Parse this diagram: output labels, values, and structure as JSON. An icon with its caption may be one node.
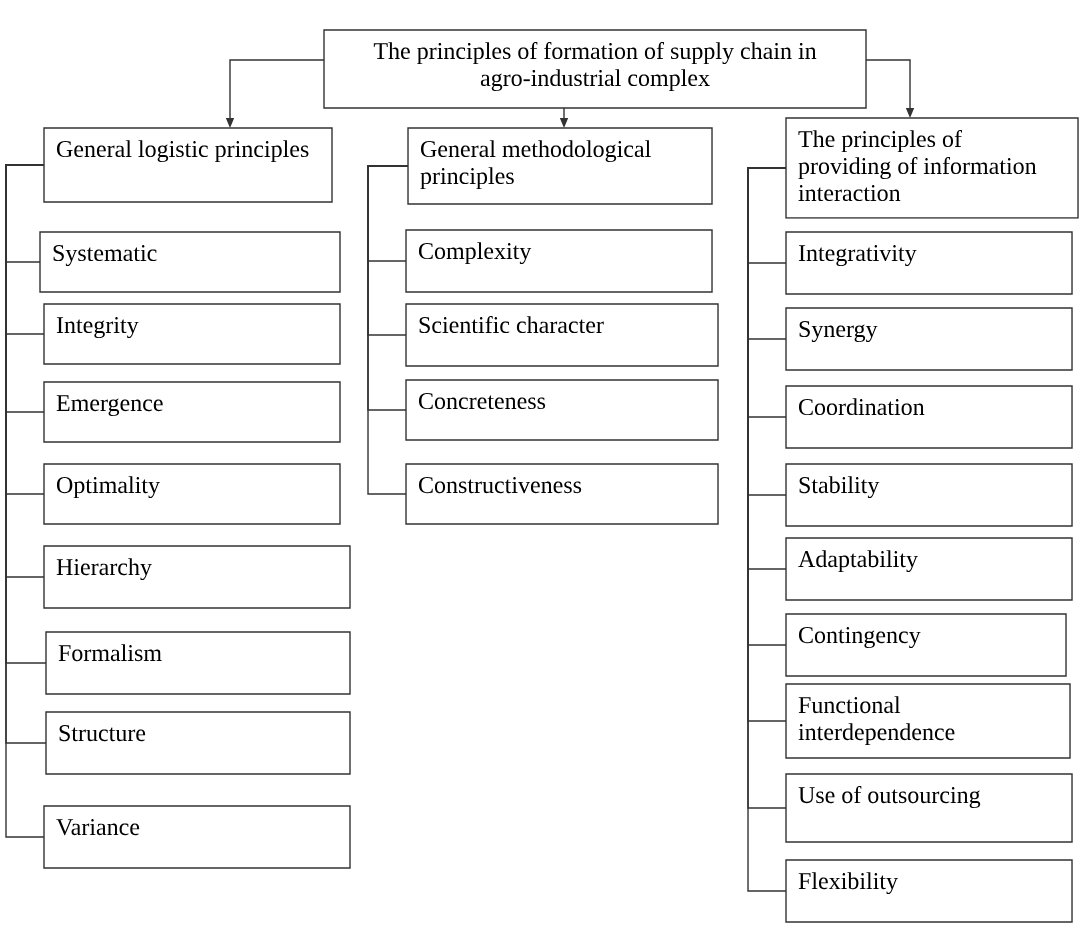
{
  "diagram": {
    "nodes": [
      {
        "text": [
          "The principles of formation of supply chain in agro-industrial complex"
        ]
      },
      {
        "text": [
          "General logistic principles"
        ]
      },
      {
        "text": [
          "General methodological principles"
        ]
      },
      {
        "text": [
          "The principles of providing of information interaction"
        ]
      },
      {
        "text": [
          "Systematic"
        ]
      },
      {
        "text": [
          "Integrity"
        ]
      },
      {
        "text": [
          "Emergence"
        ]
      },
      {
        "text": [
          "Optimality"
        ]
      },
      {
        "text": [
          "Hierarchy"
        ]
      },
      {
        "text": [
          "Formalism"
        ]
      },
      {
        "text": [
          "Structure"
        ]
      },
      {
        "text": [
          "Variance"
        ]
      },
      {
        "text": [
          "Complexity"
        ]
      },
      {
        "text": [
          "Scientific character"
        ]
      },
      {
        "text": [
          "Concreteness"
        ]
      },
      {
        "text": [
          "Constructiveness"
        ]
      },
      {
        "text": [
          "Integrativity"
        ]
      },
      {
        "text": [
          "Synergy"
        ]
      },
      {
        "text": [
          "Coordination"
        ]
      },
      {
        "text": [
          "Stability"
        ]
      },
      {
        "text": [
          "Adaptability"
        ]
      },
      {
        "text": [
          "Contingency"
        ]
      },
      {
        "text": [
          "Functional interdependence"
        ]
      },
      {
        "text": [
          "Use of outsourcing"
        ]
      },
      {
        "text": [
          "Flexibility"
        ]
      }
    ],
    "edges": [
      {
        "from": 0,
        "to": 1,
        "arrow": "to"
      },
      {
        "from": 0,
        "to": 2,
        "arrow": "to"
      },
      {
        "from": 0,
        "to": 3,
        "arrow": "to"
      },
      {
        "from": 1,
        "to": 4,
        "arrow": "none"
      },
      {
        "from": 1,
        "to": 5,
        "arrow": "none"
      },
      {
        "from": 1,
        "to": 6,
        "arrow": "none"
      },
      {
        "from": 1,
        "to": 7,
        "arrow": "none"
      },
      {
        "from": 1,
        "to": 8,
        "arrow": "none"
      },
      {
        "from": 1,
        "to": 9,
        "arrow": "none"
      },
      {
        "from": 1,
        "to": 10,
        "arrow": "none"
      },
      {
        "from": 1,
        "to": 11,
        "arrow": "none"
      },
      {
        "from": 2,
        "to": 12,
        "arrow": "none"
      },
      {
        "from": 2,
        "to": 13,
        "arrow": "none"
      },
      {
        "from": 2,
        "to": 14,
        "arrow": "none"
      },
      {
        "from": 2,
        "to": 15,
        "arrow": "none"
      },
      {
        "from": 3,
        "to": 16,
        "arrow": "none"
      },
      {
        "from": 3,
        "to": 17,
        "arrow": "none"
      },
      {
        "from": 3,
        "to": 18,
        "arrow": "none"
      },
      {
        "from": 3,
        "to": 19,
        "arrow": "none"
      },
      {
        "from": 3,
        "to": 20,
        "arrow": "none"
      },
      {
        "from": 3,
        "to": 21,
        "arrow": "none"
      },
      {
        "from": 3,
        "to": 22,
        "arrow": "none"
      },
      {
        "from": 3,
        "to": 23,
        "arrow": "none"
      },
      {
        "from": 3,
        "to": 24,
        "arrow": "none"
      }
    ]
  }
}
